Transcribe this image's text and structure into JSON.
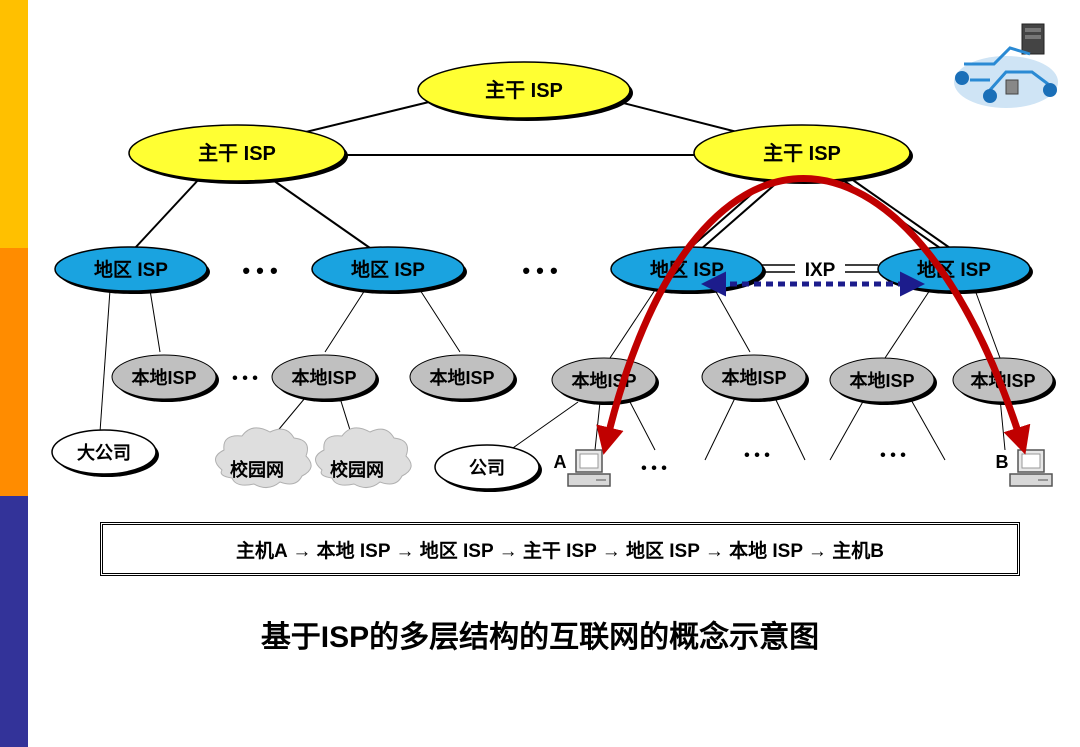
{
  "colors": {
    "backbone_fill": "#ffff33",
    "regional_fill": "#1aa3e0",
    "local_fill": "#c0c0c0",
    "campus_fill": "#dedede",
    "route_arrow": "#c00000",
    "ixp_arrow": "#1c1c8c",
    "sidebar": [
      "#ffc000",
      "#ff8c00",
      "#333399"
    ]
  },
  "backbone": {
    "top": "主干 ISP",
    "left": "主干 ISP",
    "right": "主干 ISP"
  },
  "regional": {
    "r1": "地区 ISP",
    "r2": "地区 ISP",
    "r3": "地区 ISP",
    "r4": "地区 ISP"
  },
  "ixp_label": "IXP",
  "local": {
    "l1": "本地ISP",
    "l2": "本地ISP",
    "l3": "本地ISP",
    "l4": "本地ISP",
    "l5": "本地ISP",
    "l6": "本地ISP",
    "l7": "本地ISP"
  },
  "endpoints": {
    "big_company": "大公司",
    "campus1": "校园网",
    "campus2": "校园网",
    "company": "公司",
    "host_a": "A",
    "host_b": "B"
  },
  "ellipsis": "• • •",
  "ellipsis_small": "• • •",
  "route_path": "主机A → 本地 ISP → 地区 ISP → 主干 ISP → 地区 ISP → 本地 ISP → 主机B",
  "caption": "基于ISP的多层结构的互联网的概念示意图"
}
